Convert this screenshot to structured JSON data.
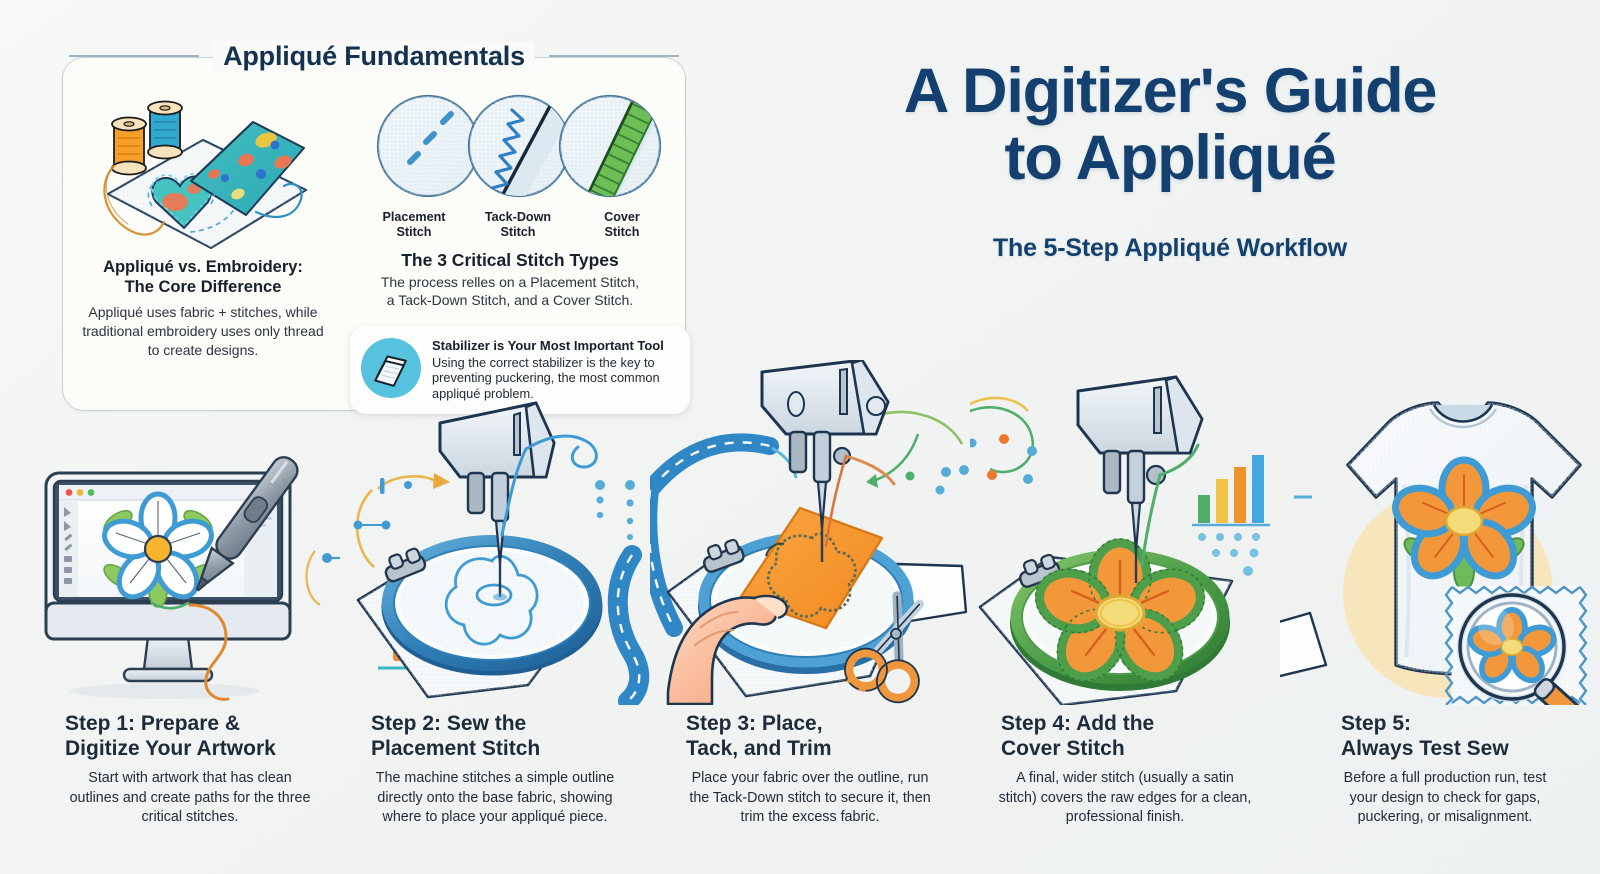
{
  "hero": {
    "title_line1": "A Digitizer's Guide",
    "title_line2": "to Appliqué",
    "subtitle": "The 5-Step Appliqué Workflow"
  },
  "fundamentals": {
    "card_title": "Appliqué Fundamentals",
    "left": {
      "heading_line1": "Appliqué vs. Embroidery:",
      "heading_line2": "The Core Difference",
      "body": "Appliqué uses fabric + stitches, while traditional embroidery uses only thread to create designs."
    },
    "stitch_types": [
      {
        "label_line1": "Placement",
        "label_line2": "Stitch",
        "icon": "dashed-basting-stitch-icon"
      },
      {
        "label_line1": "Tack-Down",
        "label_line2": "Stitch",
        "icon": "zigzag-stitch-icon"
      },
      {
        "label_line1": "Cover",
        "label_line2": "Stitch",
        "icon": "satin-stitch-icon"
      }
    ],
    "right": {
      "heading": "The 3 Critical Stitch Types",
      "body_line1": "The process relles on a Placement Stitch,",
      "body_line2": "a Tack-Down Stitch, and a Cover Stitch."
    },
    "callout": {
      "icon": "stabilizer-sheets-icon",
      "heading": "Stabilizer is Your Most Important Tool",
      "body": "Using the correct stabilizer is the key to preventing puckering, the most common appliqué problem."
    }
  },
  "steps": [
    {
      "heading_line1": "Step 1: Prepare &",
      "heading_line2": "Digitize Your Artwork",
      "body": "Start with artwork that has clean outlines and create paths for the three critical stitches.",
      "art": "monitor-with-stylus-and-flower-artwork"
    },
    {
      "heading_line1": "Step 2: Sew the",
      "heading_line2": "Placement Stitch",
      "body": "The machine stitches a simple outline directly onto the base fabric, showing where to place your appliqué piece.",
      "art": "sewing-machine-stitching-placement-outline-in-hoop"
    },
    {
      "heading_line1": "Step 3: Place,",
      "heading_line2": "Tack, and Trim",
      "body": "Place your fabric over the outline, run the Tack-Down stitch to secure it, then trim the excess fabric.",
      "art": "hand-placing-orange-fabric-with-scissors"
    },
    {
      "heading_line1": "Step 4: Add the",
      "heading_line2": "Cover Stitch",
      "body": "A final, wider stitch (usually a satin stitch) covers the raw edges for a clean, professional finish.",
      "art": "finished-satin-stitched-flower-in-green-hoop"
    },
    {
      "heading_line1": "Step 5:",
      "heading_line2": "Always Test Sew",
      "body": "Before a full production run, test your design to check for gaps, puckering, or misalignment.",
      "art": "tshirt-with-flower-and-magnifier-test-swatch"
    }
  ],
  "colors": {
    "hero_blue": "#13406e",
    "heading_dark": "#1d2b3a",
    "card_border": "#c6d3dc",
    "callout_badge": "#56c2dd",
    "accent_orange": "#f59331",
    "accent_green": "#4a9e49",
    "accent_blue": "#2f84bf",
    "accent_yellow": "#f3c543",
    "background": "#f4f6f5"
  }
}
